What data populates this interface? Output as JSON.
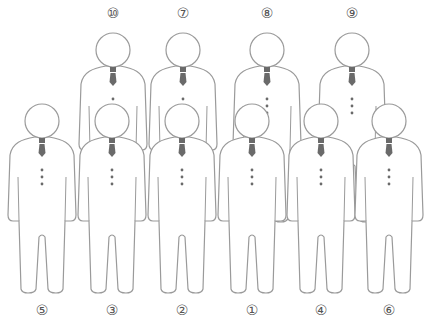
{
  "diagram": {
    "labels": [
      "⑩",
      "⑦",
      "⑧",
      "⑨",
      "⑤",
      "③",
      "②",
      "①",
      "④",
      "⑥"
    ]
  }
}
